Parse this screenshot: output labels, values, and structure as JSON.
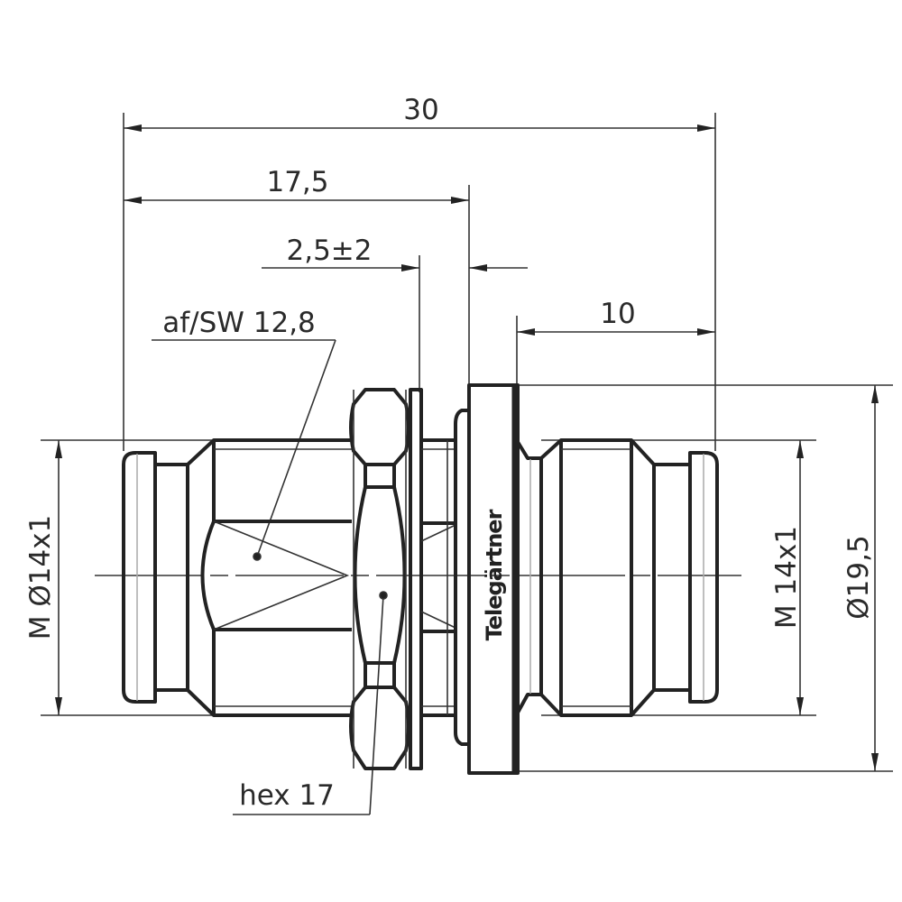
{
  "drawing": {
    "brand": "Telegärtner",
    "dimensions": {
      "overall_length": "30",
      "to_flange": "17,5",
      "panel_thickness": "2,5±2",
      "right_length": "10",
      "left_thread": "M Ø14x1",
      "right_thread": "M 14x1",
      "flange_diameter": "Ø19,5"
    },
    "callouts": {
      "across_flats": "af/SW 12,8",
      "hex_nut": "hex 17"
    }
  }
}
